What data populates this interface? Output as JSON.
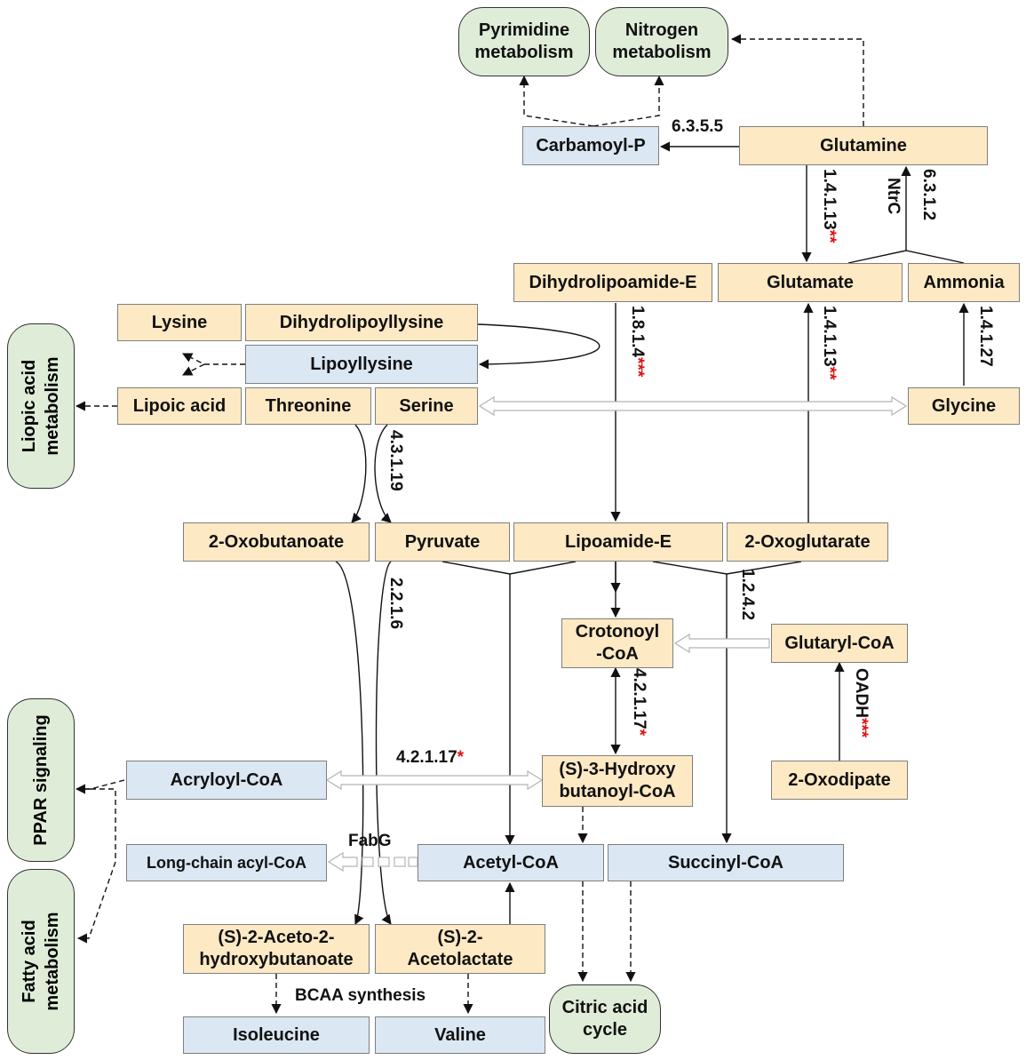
{
  "pathways": {
    "pyrimidine": "Pyrimidine\nmetabolism",
    "nitrogen": "Nitrogen\nmetabolism",
    "lipoic": "Liopic acid\nmetabolism",
    "ppar": "PPAR signaling",
    "fatty": "Fatty acid\nmetabolism",
    "citric": "Citric acid\ncycle"
  },
  "nodes": {
    "carbamoyl": "Carbamoyl-P",
    "glutamine": "Glutamine",
    "dihydrolipoamide": "Dihydrolipoamide-E",
    "glutamate": "Glutamate",
    "ammonia": "Ammonia",
    "lysine": "Lysine",
    "dihydrolipoyllysine": "Dihydrolipoyllysine",
    "lipoyllysine": "Lipoyllysine",
    "lipoic_acid": "Lipoic acid",
    "threonine": "Threonine",
    "serine": "Serine",
    "glycine": "Glycine",
    "oxobutanoate": "2-Oxobutanoate",
    "pyruvate": "Pyruvate",
    "lipoamide": "Lipoamide-E",
    "oxoglutarate": "2-Oxoglutarate",
    "crotonoyl": "Crotonoyl\n-CoA",
    "glutaryl": "Glutaryl-CoA",
    "acryloyl": "Acryloyl-CoA",
    "hydroxybutanoyl": "(S)-3-Hydroxy\nbutanoyl-CoA",
    "oxodipate": "2-Oxodipate",
    "longchain": "Long-chain acyl-CoA",
    "acetyl": "Acetyl-CoA",
    "succinyl": "Succinyl-CoA",
    "aceto_hydroxy": "(S)-2-Aceto-2-\nhydroxybutanoate",
    "acetolactate": "(S)-2-\nAcetolactate",
    "isoleucine": "Isoleucine",
    "valine": "Valine"
  },
  "labels": {
    "ec_6355": "6.3.5.5",
    "ec_14113a": "1.4.1.13",
    "ec_14113a_sig": "**",
    "ntrc": "NtrC",
    "ec_6312": "6.3.1.2",
    "ec_1814": "1.8.1.4",
    "ec_1814_sig": "***",
    "ec_14113b": "1.4.1.13",
    "ec_14113b_sig": "**",
    "ec_14127": "1.4.1.27",
    "ec_43119": "4.3.1.19",
    "ec_2216": "2.2.1.6",
    "ec_1242": "1.2.4.2",
    "ec_42117v": "4.2.1.17",
    "ec_42117v_sig": "*",
    "oadh": "OADH",
    "oadh_sig": "***",
    "ec_42117h": "4.2.1.17",
    "ec_42117h_sig": "*",
    "fabg": "FabG",
    "bcaa": "BCAA synthesis"
  },
  "colors": {
    "metabolite_up": "#fde9c4",
    "metabolite_down": "#dbe7f3",
    "pathway": "#dfedd8",
    "significance": "#e01010"
  }
}
